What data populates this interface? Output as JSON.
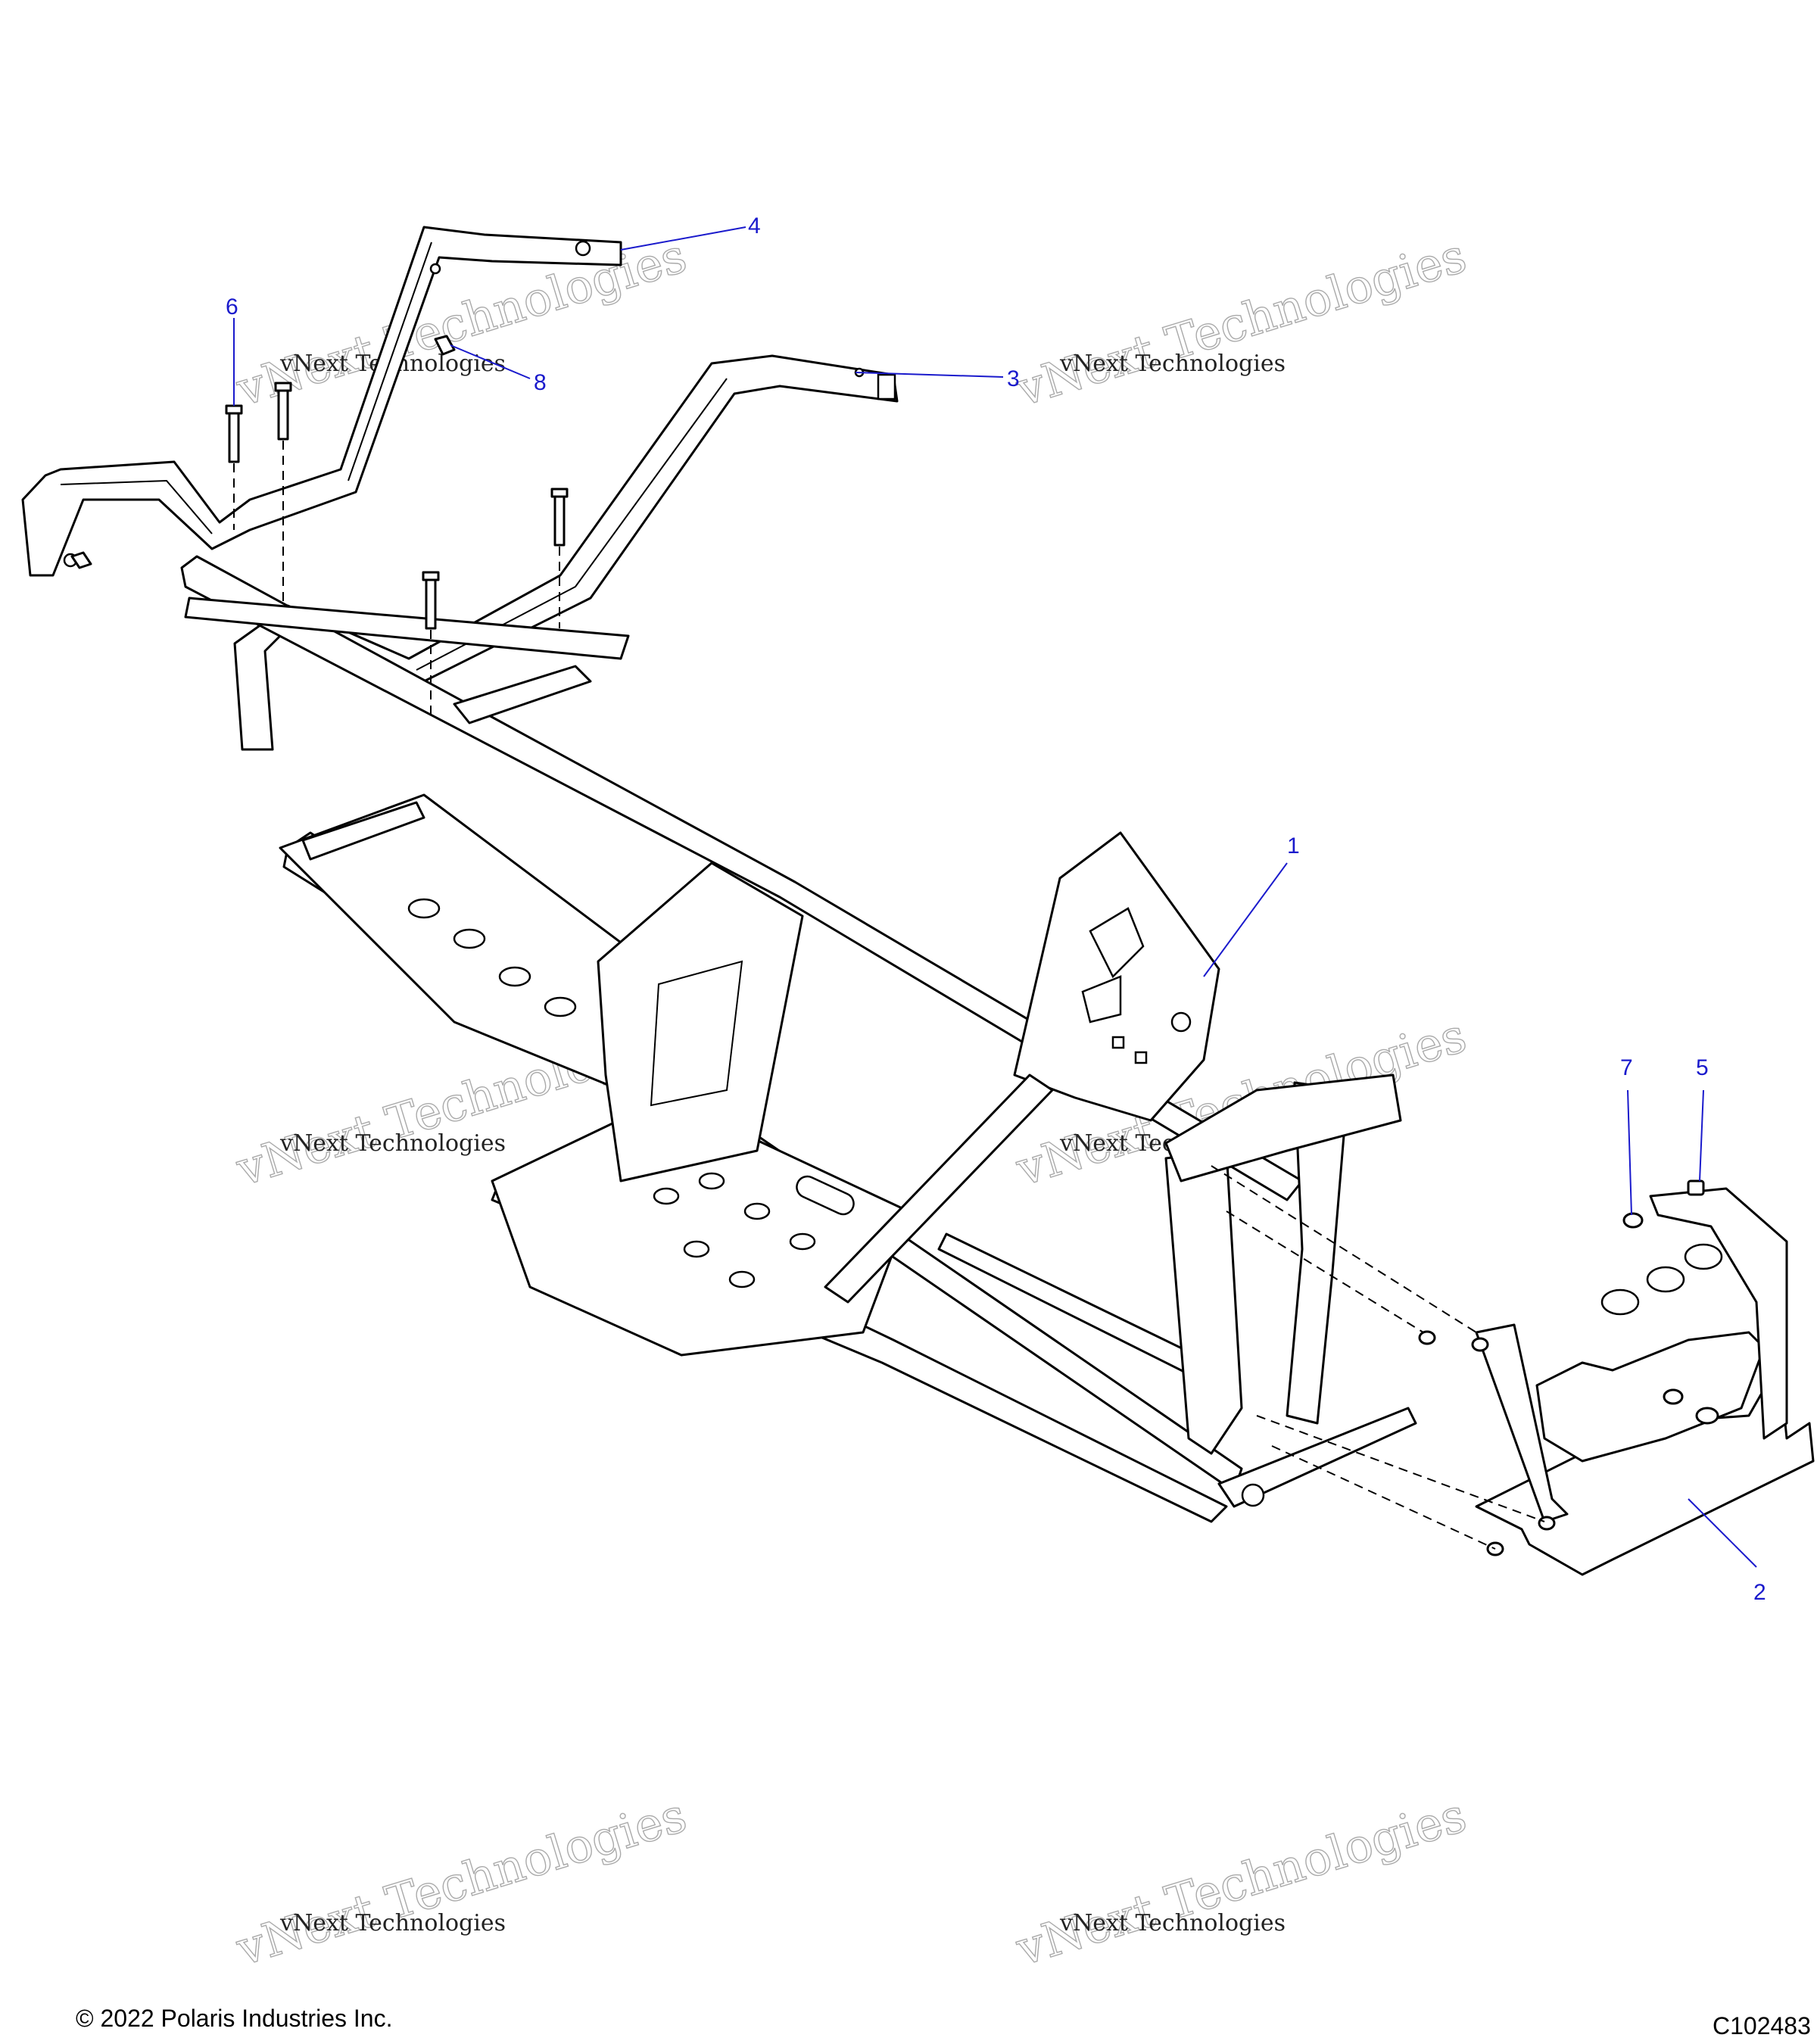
{
  "diagram": {
    "callouts": [
      {
        "id": "callout-1",
        "label": "1"
      },
      {
        "id": "callout-2",
        "label": "2"
      },
      {
        "id": "callout-3",
        "label": "3"
      },
      {
        "id": "callout-4",
        "label": "4"
      },
      {
        "id": "callout-5",
        "label": "5"
      },
      {
        "id": "callout-6",
        "label": "6"
      },
      {
        "id": "callout-7",
        "label": "7"
      },
      {
        "id": "callout-8",
        "label": "8"
      }
    ]
  },
  "watermark": {
    "line1": "vNext Technologies",
    "big": "vNext Technologies"
  },
  "footer": {
    "copyright": "© 2022 Polaris Industries Inc.",
    "drawing_id": "C102483"
  }
}
